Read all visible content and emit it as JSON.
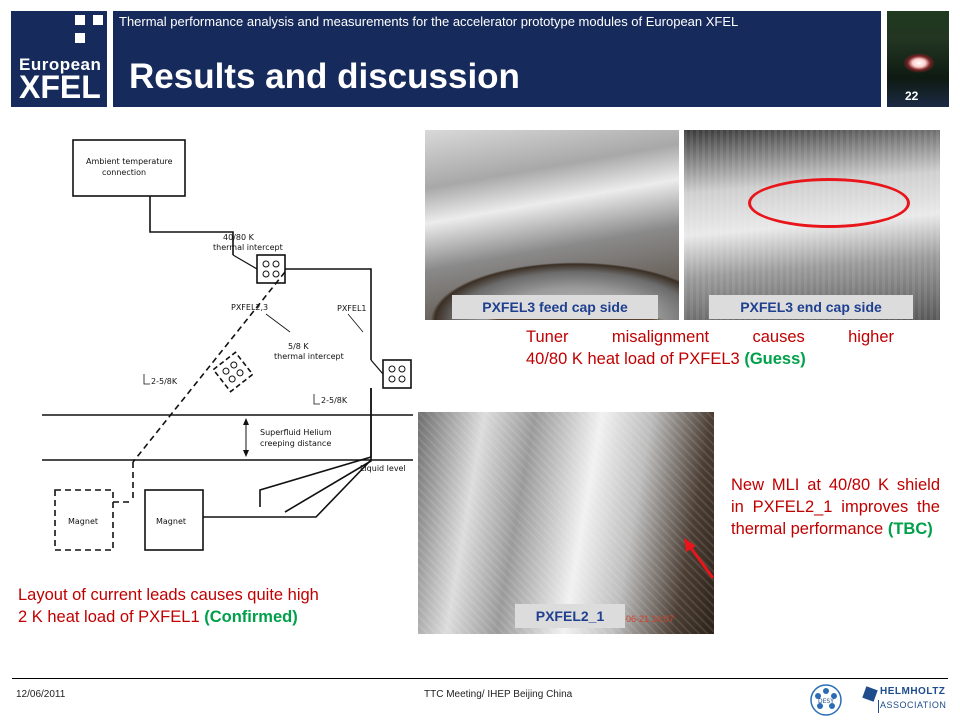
{
  "header": {
    "logo_line1": "European",
    "logo_line2": "XFEL",
    "subtitle": "Thermal performance analysis and measurements for the accelerator prototype modules of European XFEL",
    "title": "Results and discussion",
    "page_number": "22"
  },
  "diagram": {
    "ambient_line1": "Ambient temperature",
    "ambient_line2": "connection",
    "intercept40_line1": "40/80 K",
    "intercept40_line2": "thermal intercept",
    "pxfel23": "PXFEL2,3",
    "pxfel1": "PXFEL1",
    "intercept5_line1": "5/8 K",
    "intercept5_line2": "thermal intercept",
    "lead_a": "2-5/8K",
    "lead_b": "2-5/8K",
    "creep_line1": "Superfluid Helium",
    "creep_line2": "creeping distance",
    "liquid_level": "Liquid level",
    "magnet_left": "Magnet",
    "magnet_right": "Magnet"
  },
  "photos": {
    "feed_cap_label": "PXFEL3 feed cap side",
    "end_cap_label": "PXFEL3 end cap side",
    "pxfel21_label": "PXFEL2_1",
    "timestamp": "2011-06-21  14:07"
  },
  "annotations": {
    "tuner_line1": "Tuner misalignment causes higher",
    "tuner_line2": "40/80 K heat load of PXFEL3",
    "tuner_tag": "(Guess)",
    "mli_text": "New MLI at 40/80 K shield in PXFEL2_1 improves the thermal performance",
    "mli_tag": "(TBC)",
    "leads_line1": "Layout of current leads causes quite high",
    "leads_line2": "2 K heat load of  PXFEL1",
    "leads_tag": "(Confirmed)"
  },
  "footer": {
    "date": "12/06/2011",
    "meeting": "TTC Meeting/ IHEP Beijing China",
    "desy_logo": "DESY",
    "helmholtz_line1": "HELMHOLTZ",
    "helmholtz_line2": "ASSOCIATION"
  },
  "colors": {
    "brand_navy": "#162b5c",
    "annotation_red": "#c00000",
    "status_green": "#00a04a",
    "label_blue": "#1f3f8f",
    "ellipse_red": "#e8151b"
  },
  "icons": {
    "desy": "desy-logo-icon",
    "helmholtz": "helmholtz-logo-icon",
    "arrow": "red-arrow-icon"
  }
}
